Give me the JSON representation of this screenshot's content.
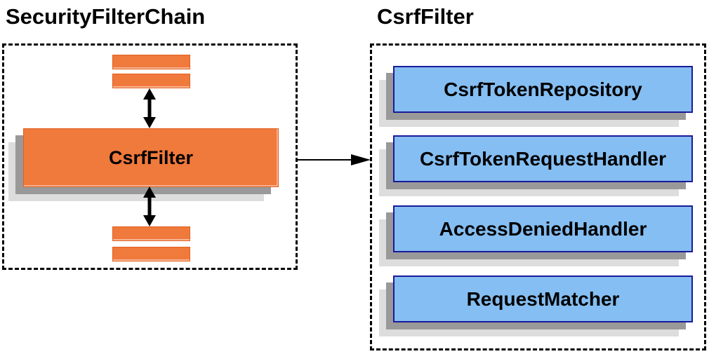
{
  "diagram": {
    "left_panel": {
      "title": "SecurityFilterChain",
      "filter_box_label": "CsrfFilter"
    },
    "right_panel": {
      "title": "CsrfFilter",
      "components": [
        "CsrfTokenRepository",
        "CsrfTokenRequestHandler",
        "AccessDeniedHandler",
        "RequestMatcher"
      ]
    },
    "icons": {
      "vertical_connector": "double-headed-arrow-icon",
      "panel_connector": "arrow-right-icon"
    },
    "colors": {
      "orange_fill": "#F0793C",
      "orange_border": "#E0601F",
      "blue_fill": "#85BEF2",
      "blue_border": "#1A1A99",
      "shadow_dark": "#999999",
      "shadow_light": "#DDDDDD",
      "outline": "#000000",
      "text": "#000000",
      "background": "#FFFFFF"
    }
  }
}
